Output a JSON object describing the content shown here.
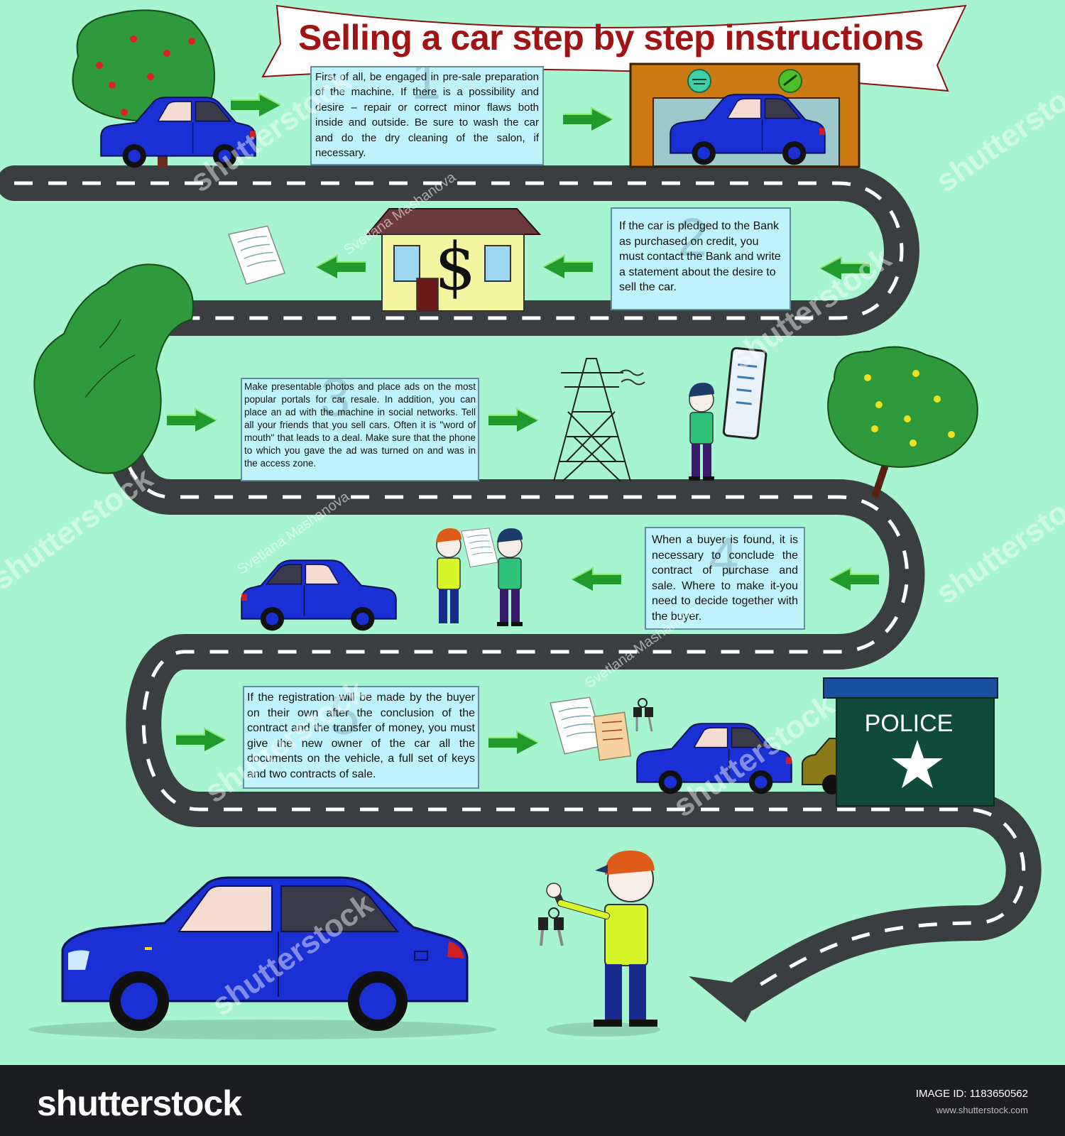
{
  "title": "Selling a car step by step instructions",
  "steps": [
    {
      "number": "1",
      "text": "First of all, be engaged in pre-sale preparation of the machine. If there is a possibility and desire – repair or correct minor flaws both inside and outside. Be sure to wash the car and do the dry cleaning of the salon, if necessary."
    },
    {
      "number": "2",
      "text": "If the car is pledged to the Bank as purchased on credit, you must contact the Bank and write a statement about the desire to sell the car."
    },
    {
      "number": "3",
      "text": "Make presentable photos and place ads on the most popular portals for car resale. In addition, you can place an ad with the machine in social networks. Tell all your friends that you sell cars. Often it is \"word of mouth\" that leads to a deal. Make sure that the phone to which you gave the ad was turned on and was in the access zone."
    },
    {
      "number": "4",
      "text": "When a buyer is found, it is necessary to conclude the contract of purchase and sale. Where to make it-you need to decide together with the buyer."
    },
    {
      "number": "5",
      "text": "If the registration will be made by the buyer on their own after the conclusion of the contract and the transfer of money, you must give the new owner of the car all the documents on the vehicle, a full set of keys and two contracts of sale."
    }
  ],
  "bank_sign": "$",
  "police_label": "POLICE",
  "watermark": {
    "brand": "shutterstock",
    "author": "Svetlana Mashanova",
    "image_id": "IMAGE ID: 1183650562",
    "url": "www.shutterstock.com"
  },
  "colors": {
    "background": "#a7f5d0",
    "road": "#3b3e40",
    "car": "#1a2fd4",
    "title": "#a01414",
    "box": "#bff3fb",
    "police": "#0f4a3a"
  }
}
